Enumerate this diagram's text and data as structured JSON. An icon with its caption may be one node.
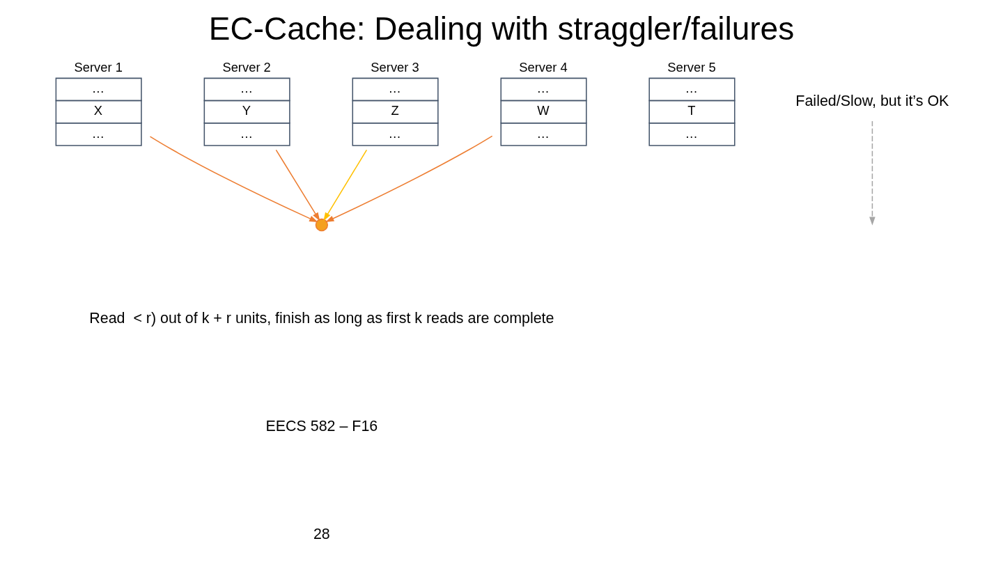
{
  "diagram": {
    "title": "EC-Cache: Dealing with straggler/failures",
    "nodes": [
      {
        "text": [
          "Server 1",
          "…",
          "X",
          "…"
        ]
      },
      {
        "text": [
          "Server 2",
          "…",
          "Y",
          "…"
        ]
      },
      {
        "text": [
          "Server 3",
          "…",
          "Z",
          "…"
        ]
      },
      {
        "text": [
          "Server 4",
          "…",
          "W",
          "…"
        ]
      },
      {
        "text": [
          "Server 5",
          "…",
          "T",
          "…"
        ]
      },
      {
        "text": [],
        "shape": "circle"
      },
      {
        "text": [
          "Failed/Slow, but it’s OK"
        ]
      }
    ],
    "edges": [
      {
        "from": 0,
        "to": 5,
        "arrow": "to"
      },
      {
        "from": 1,
        "to": 5,
        "arrow": "to"
      },
      {
        "from": 2,
        "to": 5,
        "arrow": "to",
        "color": "#ffc000"
      },
      {
        "from": 3,
        "to": 5,
        "arrow": "to"
      },
      {
        "from": 6,
        "to": null,
        "arrow": "to",
        "style": "dashed",
        "color": "#a6a6a6"
      }
    ],
    "labels": [
      "Read  < r) out of k + r units, finish as long as first k reads are complete",
      "EECS 582 – F16",
      "28"
    ]
  }
}
